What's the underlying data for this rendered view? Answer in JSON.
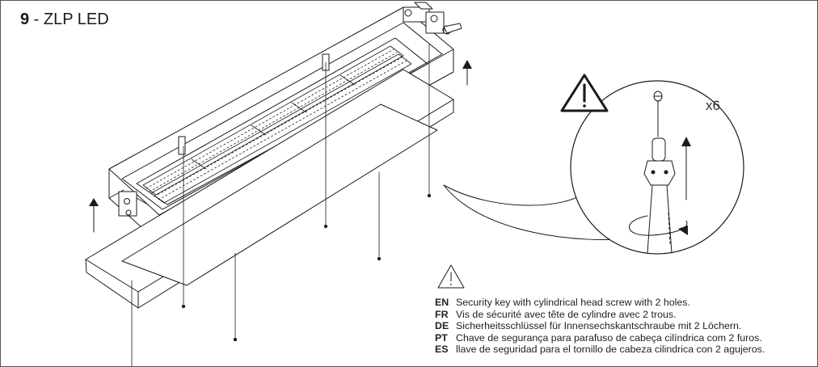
{
  "header": {
    "step_number": "9",
    "separator": " - ",
    "product_name": "ZLP LED"
  },
  "detail": {
    "quantity_label": "x6"
  },
  "instructions": [
    {
      "code": "EN",
      "text": "Security key with cylindrical head screw with 2 holes."
    },
    {
      "code": "FR",
      "text": "Vis de sécurité avec tête de cylindre avec 2 trous."
    },
    {
      "code": "DE",
      "text": "Sicherheitsschlüssel für Innensechskantschraube mit 2 Löchern."
    },
    {
      "code": "PT",
      "text": "Chave de segurança para parafuso de cabeça cilíndrica com 2 furos."
    },
    {
      "code": "ES",
      "text": "llave de seguridad para el tornillo de cabeza cilindrica con 2 agujeros."
    }
  ],
  "colors": {
    "line": "#1a1a1a",
    "frame": "#555555"
  },
  "icons": [
    "warning-triangle-icon",
    "up-arrow-icon",
    "rotation-arrow-icon"
  ]
}
